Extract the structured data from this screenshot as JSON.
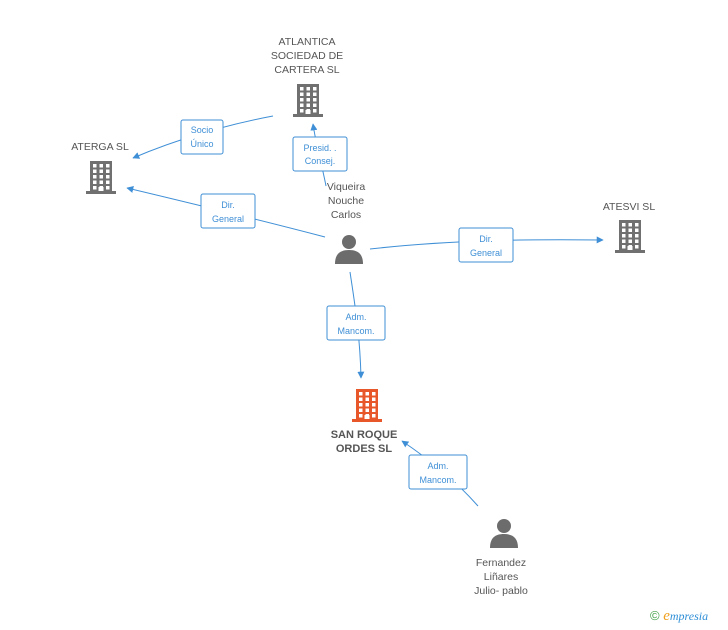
{
  "colors": {
    "edge": "#3f8fd6",
    "company": "#707070",
    "focus_company": "#e8572a",
    "person": "#6c6c6c",
    "label": "#555555"
  },
  "nodes": {
    "atlantica": {
      "label": [
        "ATLANTICA",
        "SOCIEDAD DE",
        "CARTERA SL"
      ],
      "icon": "building-icon"
    },
    "aterga": {
      "label": [
        "ATERGA SL"
      ],
      "icon": "building-icon"
    },
    "atesvi": {
      "label": [
        "ATESVI SL"
      ],
      "icon": "building-icon"
    },
    "vigueira": {
      "label": [
        "Viqueira",
        "Nouche",
        "Carlos"
      ],
      "icon": "person-icon"
    },
    "sanroque": {
      "label": [
        "SAN ROQUE",
        "ORDES SL"
      ],
      "icon": "building-icon"
    },
    "fernandez": {
      "label": [
        "Fernandez",
        "Liñares",
        "Julio- pablo"
      ],
      "icon": "person-icon"
    }
  },
  "edges": {
    "socio_unico": [
      "Socio",
      "Único"
    ],
    "presid_consej": [
      "Presid. .",
      "Consej."
    ],
    "dir_general_aterga": [
      "Dir.",
      "General"
    ],
    "dir_general_atesvi": [
      "Dir.",
      "General"
    ],
    "adm_mancom_vigueira": [
      "Adm.",
      "Mancom."
    ],
    "adm_mancom_fernandez": [
      "Adm.",
      "Mancom."
    ]
  },
  "watermark": {
    "copyright": "©",
    "brand_initial": "e",
    "brand_rest": "mpresia"
  }
}
